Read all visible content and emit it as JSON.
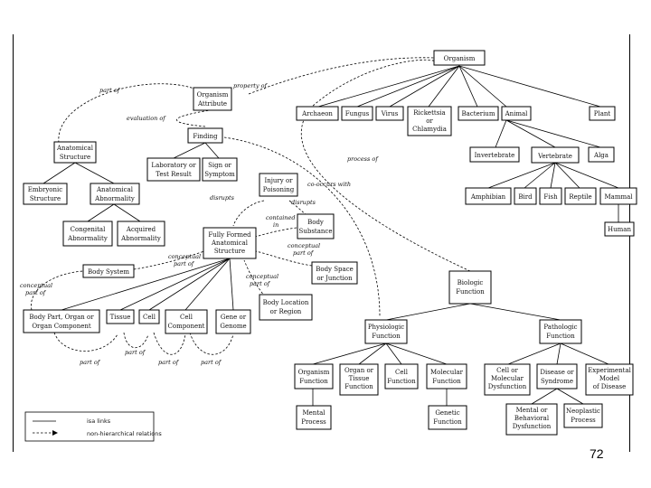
{
  "nodes": {
    "organism": "Organism",
    "organism_attribute": [
      "Organism",
      "Attribute"
    ],
    "archaeon": "Archaeon",
    "fungus": "Fungus",
    "virus": "Virus",
    "rickettsia": [
      "Rickettsia",
      "or",
      "Chlamydia"
    ],
    "bacterium": "Bacterium",
    "animal": "Animal",
    "plant": "Plant",
    "invertebrate": "Invertebrate",
    "vertebrate": "Vertebrate",
    "alga": "Alga",
    "amphibian": "Amphibian",
    "bird": "Bird",
    "fish": "Fish",
    "reptile": "Reptile",
    "mammal": "Mammal",
    "human": "Human",
    "finding": "Finding",
    "lab_result": [
      "Laboratory or",
      "Test Result"
    ],
    "sign_symptom": [
      "Sign or",
      "Symptom"
    ],
    "anatomical_structure": [
      "Anatomical",
      "Structure"
    ],
    "embryonic_structure": [
      "Embryonic",
      "Structure"
    ],
    "anatomical_abnormality": [
      "Anatomical",
      "Abnormality"
    ],
    "congenital_abnormality": [
      "Congenital",
      "Abnormality"
    ],
    "acquired_abnormality": [
      "Acquired",
      "Abnormality"
    ],
    "injury_poisoning": [
      "Injury or",
      "Poisoning"
    ],
    "body_substance": [
      "Body",
      "Substance"
    ],
    "fully_formed": [
      "Fully Formed",
      "Anatomical",
      "Structure"
    ],
    "body_space": [
      "Body Space",
      "or Junction"
    ],
    "body_location": [
      "Body Location",
      "or Region"
    ],
    "body_system": "Body System",
    "body_part": [
      "Body Part, Organ or",
      "Organ Component"
    ],
    "tissue": "Tissue",
    "cell": "Cell",
    "cell_component": [
      "Cell",
      "Component"
    ],
    "gene": [
      "Gene or",
      "Genome"
    ],
    "biologic_function": [
      "Biologic",
      "Function"
    ],
    "physiologic_function": [
      "Physiologic",
      "Function"
    ],
    "pathologic_function": [
      "Pathologic",
      "Function"
    ],
    "organism_function": [
      "Organism",
      "Function"
    ],
    "organ_tissue_function": [
      "Organ or",
      "Tissue",
      "Function"
    ],
    "cell_function": [
      "Cell",
      "Function"
    ],
    "molecular_function": [
      "Molecular",
      "Function"
    ],
    "mental_process": [
      "Mental",
      "Process"
    ],
    "genetic_function": [
      "Genetic",
      "Function"
    ],
    "cell_dysfunction": [
      "Cell or",
      "Molecular",
      "Dysfunction"
    ],
    "disease": [
      "Disease or",
      "Syndrome"
    ],
    "experimental_model": [
      "Experimental",
      "Model",
      "of Disease"
    ],
    "mental_dysfunction": [
      "Mental or",
      "Behavioral",
      "Dysfunction"
    ],
    "neoplastic_process": [
      "Neoplastic",
      "Process"
    ]
  },
  "relations": {
    "property_of": "property of",
    "part_of": "part of",
    "evaluation_of": "evaluation of",
    "process_of": "process of",
    "co_occurs_with": "co-occurs with",
    "disrupts": "disrupts",
    "contained_in": [
      "contained",
      "in"
    ],
    "conceptual_part_of": [
      "conceptual",
      "part of"
    ]
  },
  "legend": {
    "isa_links": "isa links",
    "nonhierarchical_relations": "non-hierarchical relations"
  },
  "page_number": "72"
}
